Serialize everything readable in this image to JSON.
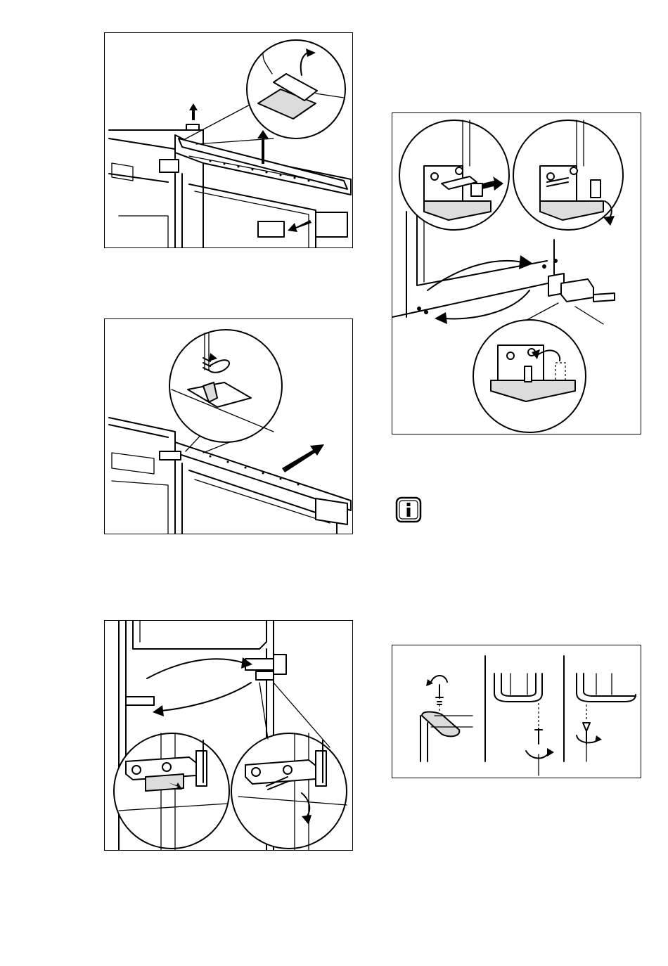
{
  "page": {
    "background": "#ffffff",
    "line_color": "#000000"
  },
  "figures": [
    {
      "id": "fig-top-cover-removal",
      "icons": [
        "door-cover-icon",
        "arrow-up-icon",
        "rotate-arrow-icon",
        "magnifier-circle-icon"
      ]
    },
    {
      "id": "fig-screw-unscrew",
      "icons": [
        "screwdriver-icon",
        "rotate-arrow-icon",
        "arrow-right-icon"
      ]
    },
    {
      "id": "fig-lower-hinge-swap",
      "icons": [
        "hinge-icon",
        "swap-arrow-icon",
        "screw-icon"
      ]
    },
    {
      "id": "fig-hinge-bracket-swap",
      "icons": [
        "bracket-icon",
        "swap-arrow-icon",
        "screw-icon",
        "rotate-arrow-icon"
      ]
    },
    {
      "id": "fig-foot-screw-steps",
      "icons": [
        "screw-icon",
        "rotate-arrow-icon"
      ]
    }
  ],
  "info_icon": {
    "name": "info-icon",
    "glyph": "i"
  }
}
